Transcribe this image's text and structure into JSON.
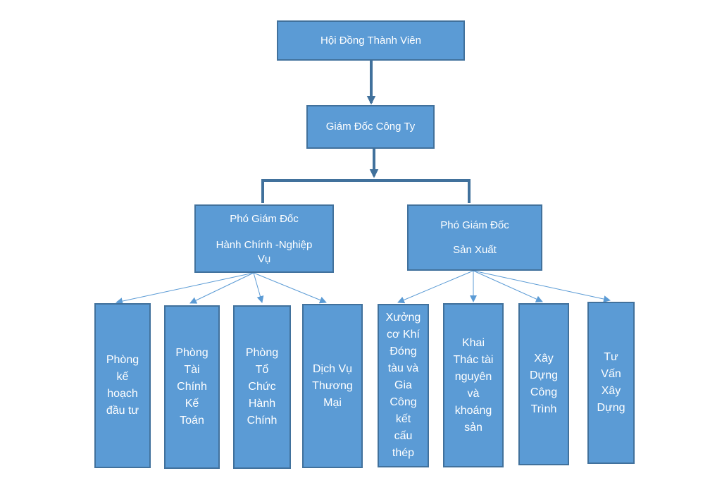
{
  "nodes": {
    "board": {
      "lines": [
        "Hội Đồng Thành Viên"
      ]
    },
    "director": {
      "lines": [
        "Giám Đốc Công Ty"
      ]
    },
    "vp_admin": {
      "lines": [
        "Phó Giám Đốc",
        "Hành Chính -Nghiệp",
        "Vụ"
      ]
    },
    "vp_production": {
      "lines": [
        "Phó Giám Đốc",
        "Sản Xuất"
      ]
    },
    "dept_planning": {
      "lines": [
        "Phòng",
        "kế",
        "hoạch",
        "đầu tư"
      ]
    },
    "dept_finance": {
      "lines": [
        "Phòng",
        "Tài",
        "Chính",
        "Kế",
        "Toán"
      ]
    },
    "dept_organization": {
      "lines": [
        "Phòng",
        "Tổ",
        "Chức",
        "Hành",
        "Chính"
      ]
    },
    "dept_trade": {
      "lines": [
        "Dịch Vụ",
        "Thương",
        "Mại"
      ]
    },
    "dept_shipbuilding": {
      "lines": [
        "Xưởng",
        "cơ Khí",
        "Đóng",
        "tàu và",
        "Gia",
        "Công",
        "kết",
        "cấu",
        "thép"
      ]
    },
    "dept_mining": {
      "lines": [
        "Khai",
        "Thác tài",
        "nguyên",
        "và",
        "khoáng",
        "sản"
      ]
    },
    "dept_construction": {
      "lines": [
        "Xây",
        "Dựng",
        "Công",
        "Trình"
      ]
    },
    "dept_consulting": {
      "lines": [
        "Tư",
        "Vấn",
        "Xây",
        "Dựng"
      ]
    }
  },
  "colors": {
    "box_fill": "#5b9bd5",
    "box_border": "#41719c",
    "text": "#ffffff",
    "thick_connector": "#41719c",
    "thin_connector": "#5b9bd5"
  }
}
